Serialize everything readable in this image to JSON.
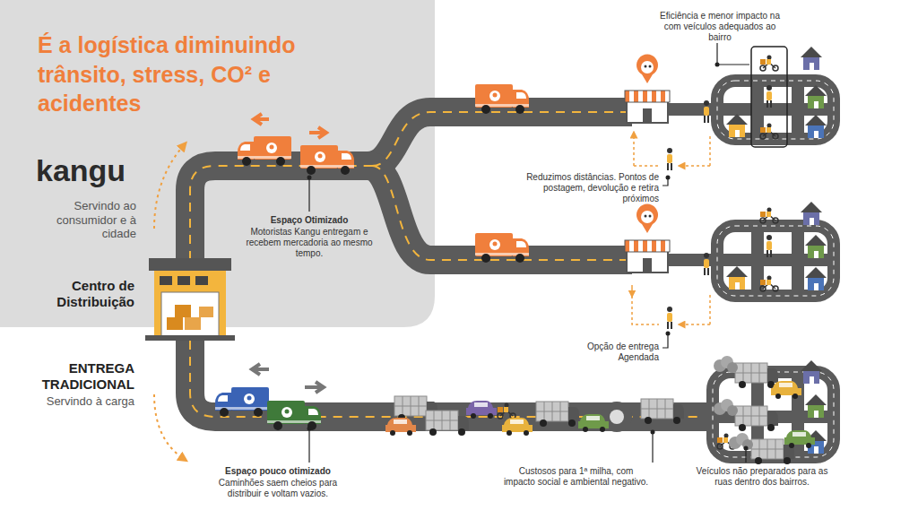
{
  "diagram": {
    "title": "É a logística diminuindo trânsito, stress, CO² e acidentes",
    "nodes": [
      {
        "text": [
          "Centro de Distribuição"
        ]
      }
    ],
    "labels": [
      "kangu",
      "Servindo ao consumidor e à cidade",
      "ENTREGA TRADICIONAL",
      "Servindo à carga",
      "Espaço Otimizado",
      "Motoristas Kangu entregam e recebem mercadoria ao mesmo tempo.",
      "Eficiência e menor impacto na com veículos adequados ao bairro",
      "Reduzimos distâncias. Pontos de postagem, devolução e retira próximos",
      "Opção de entrega Agendada",
      "Espaço pouco otimizado",
      "Caminhões saem cheios para distribuir e voltam vazios.",
      "Custosos para 1ª milha, com impacto social e ambiental negativo.",
      "Veículos não preparados para as ruas dentro dos bairros."
    ]
  }
}
